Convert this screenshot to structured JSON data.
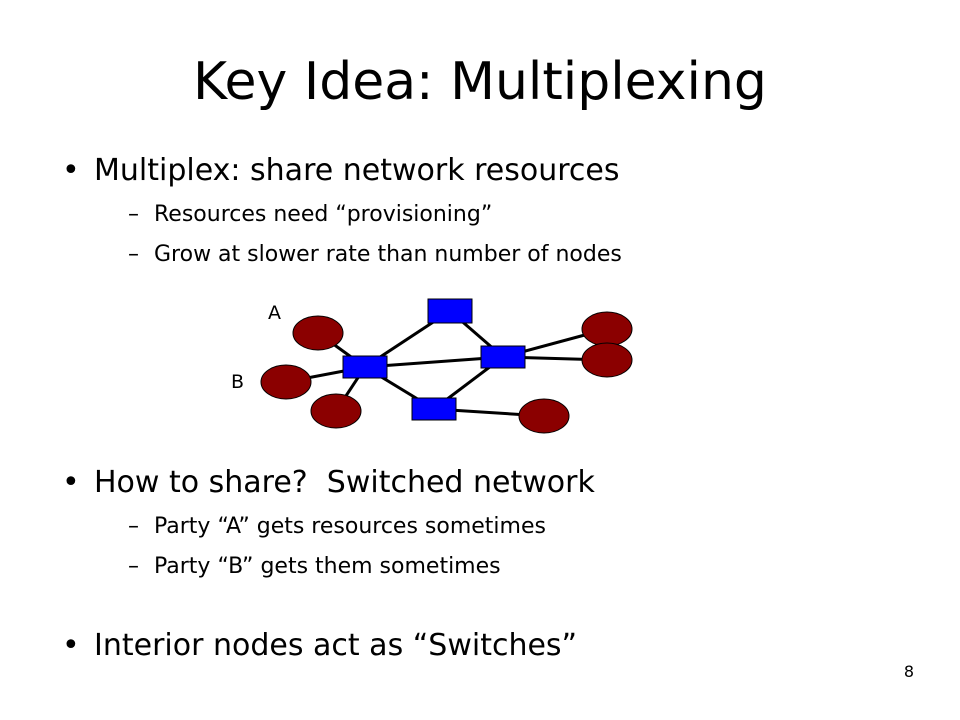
{
  "slide": {
    "title": "Key Idea: Multiplexing",
    "bullet1": {
      "text": "Multiplex: share network resources",
      "subs": [
        "Resources need “provisioning”",
        "Grow at slower rate than number of nodes"
      ]
    },
    "bullet2": {
      "text": "How to share?  Switched network",
      "subs": [
        "Party “A” gets resources sometimes",
        "Party “B” gets them sometimes"
      ]
    },
    "bullet3": {
      "text": "Interior nodes act as “Switches”"
    },
    "page_number": "8"
  },
  "diagram": {
    "label_a": "A",
    "label_b": "B",
    "colors": {
      "host": "#8b0000",
      "switch": "#0000ff",
      "link": "#000000"
    }
  }
}
